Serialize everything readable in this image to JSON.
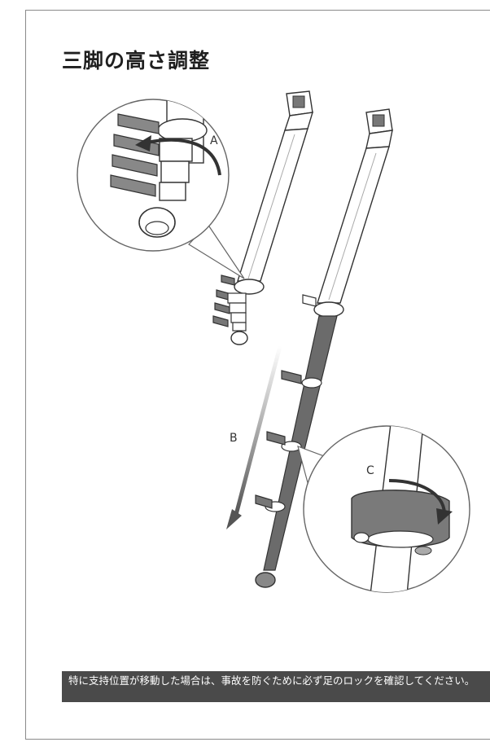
{
  "page": {
    "title": "三脚の高さ調整",
    "notice": "特に支持位置が移動した場合は、事故を防ぐために必ず足のロックを確認してください。"
  },
  "diagram": {
    "label_a": "A",
    "label_b": "B",
    "label_c": "C"
  }
}
